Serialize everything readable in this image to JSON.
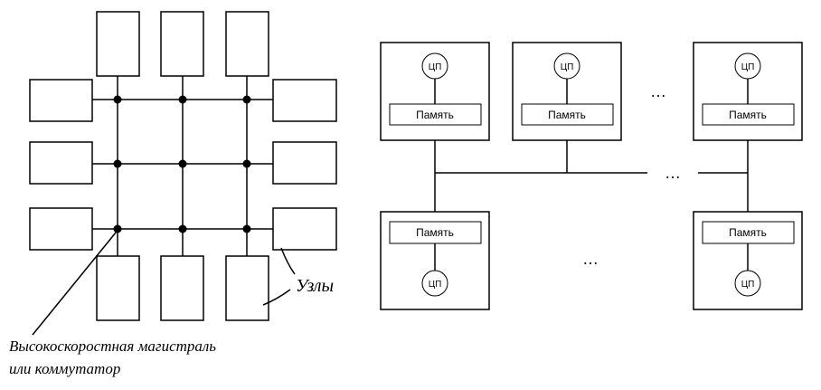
{
  "left_diagram": {
    "nodes_label": "Узлы",
    "backbone_label_line1": "Высокоскоростная магистраль",
    "backbone_label_line2": "или коммутатор"
  },
  "right_diagram": {
    "cpu_label": "ЦП",
    "memory_label": "Память",
    "ellipsis": "…"
  }
}
